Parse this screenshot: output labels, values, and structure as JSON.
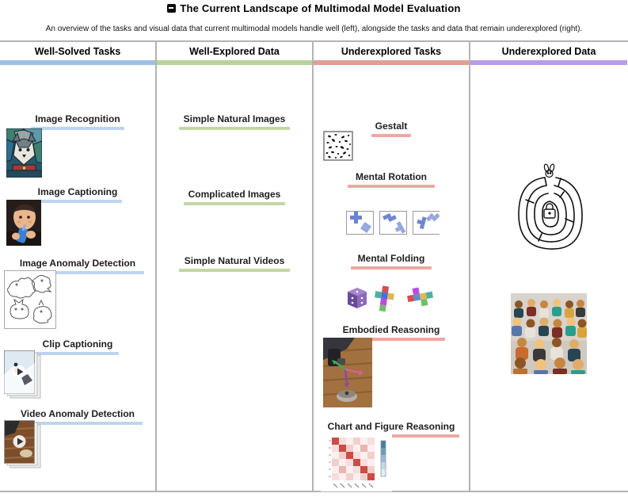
{
  "page": {
    "title": "The Current Landscape of Multimodal Model Evaluation",
    "caption": "An overview of the tasks and visual data that current multimodal models handle well (left), alongside the tasks and data that remain underexplored (right)."
  },
  "colors": {
    "border_gray": "#b3b3b3",
    "accent_blue": "#9cc0e6",
    "accent_green": "#b8d29b",
    "accent_red": "#df9f97",
    "accent_purple": "#b79ce6"
  },
  "columns": [
    {
      "header": "Well-Solved Tasks",
      "accent": "#9cc0e6",
      "underline": "#bcd4f0",
      "items": [
        {
          "label": "Image Recognition",
          "image": "stained-glass-husky"
        },
        {
          "label": "Image Captioning",
          "image": "baby-drinking"
        },
        {
          "label": "Image Anomaly Detection",
          "image": "animal-sketch"
        },
        {
          "label": "Clip Captioning",
          "image": "snowboard-clip"
        },
        {
          "label": "Video Anomaly Detection",
          "image": "wood-scene-clip"
        }
      ]
    },
    {
      "header": "Well-Explored Data",
      "accent": "#b8d29b",
      "underline": "#bfd8a4",
      "items": [
        {
          "label": "Simple Natural Images"
        },
        {
          "label": "Complicated Images"
        },
        {
          "label": "Simple Natural Videos"
        }
      ]
    },
    {
      "header": "Underexplored Tasks",
      "accent": "#df9f97",
      "underline": "#eba9a1",
      "items": [
        {
          "label": "Gestalt",
          "image": "dalmatian-dots"
        },
        {
          "label": "Mental Rotation",
          "image": "rotated-puzzle-pieces"
        },
        {
          "label": "Mental Folding",
          "image": "cube-folding-nets"
        },
        {
          "label": "Embodied Reasoning",
          "image": "robot-arm-scene"
        },
        {
          "label": "Chart and Figure Reasoning",
          "image": "correlation-heatmap"
        }
      ]
    },
    {
      "header": "Underexplored Data",
      "accent": "#b79ce6",
      "underline": "#c9b3ec",
      "items": [
        {
          "image": "maze-example"
        },
        {
          "image": "crowd-photo-example"
        }
      ]
    }
  ]
}
